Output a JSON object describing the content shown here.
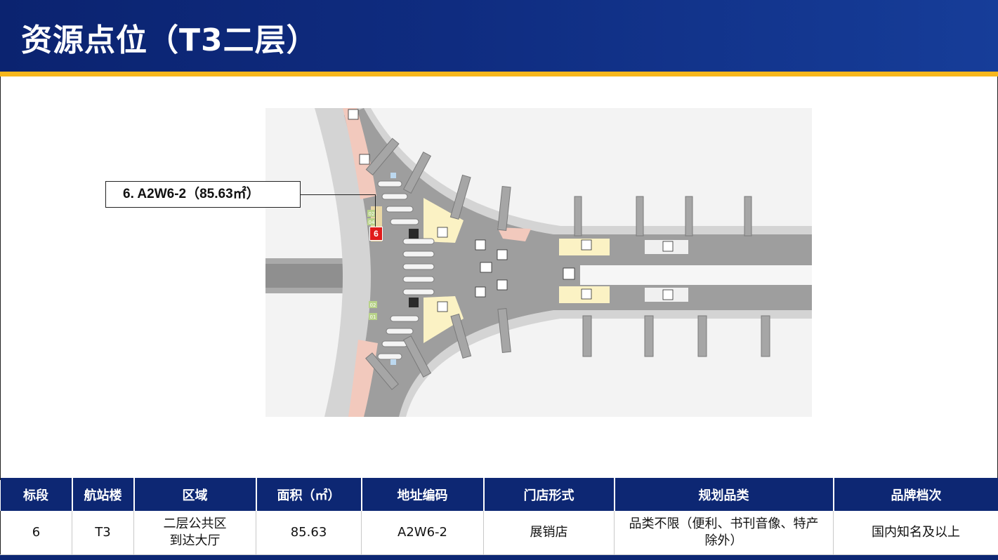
{
  "slide": {
    "title": "资源点位（T3二层）"
  },
  "map": {
    "callout_label": "6. A2W6-2（85.63㎡）",
    "marker_number": "6",
    "marker_color": "#e01b1b",
    "small_labels": [
      "02",
      "04",
      "02",
      "01"
    ]
  },
  "table": {
    "headers": [
      "标段",
      "航站楼",
      "区域",
      "面积（㎡）",
      "地址编码",
      "门店形式",
      "规划品类",
      "品牌档次"
    ],
    "rows": [
      {
        "segment": "6",
        "terminal": "T3",
        "area_line1": "二层公共区",
        "area_line2": "到达大厅",
        "size": "85.63",
        "address_code": "A2W6-2",
        "store_format": "展销店",
        "category_line1": "品类不限（便利、书刊音像、特产",
        "category_line2": "除外）",
        "brand_level": "国内知名及以上"
      }
    ]
  },
  "colors": {
    "header_navy": "#0d2773",
    "accent_gold": "#f7b71c",
    "retail_pink": "#f2c9bd",
    "facility_yellow": "#fbf2c4",
    "walkway_gray": "#9c9c9c"
  }
}
